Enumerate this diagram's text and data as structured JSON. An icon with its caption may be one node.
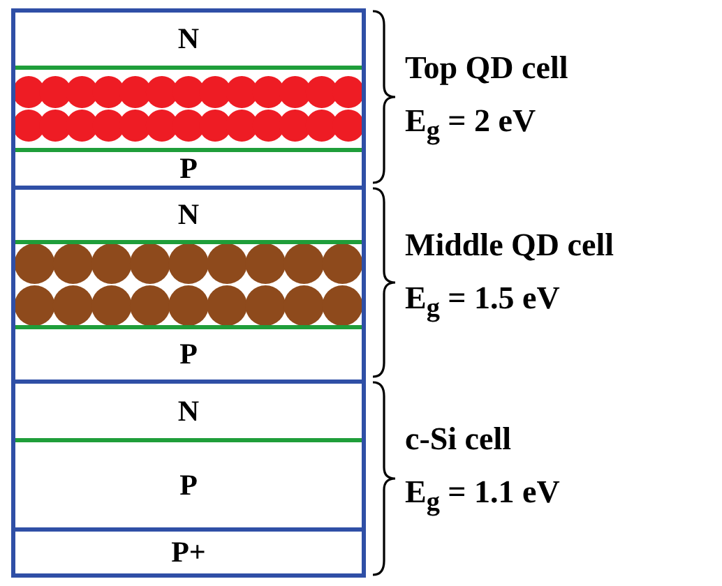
{
  "diagram": {
    "nodes": [
      {
        "text": [],
        "shape": "box"
      },
      {
        "text": [],
        "shape": "box",
        "in": 0,
        "beside": [
          "Top QD cell",
          "E$_{g}$ = 2 eV"
        ]
      },
      {
        "text": [
          "N"
        ],
        "in": 1
      },
      {
        "text": [],
        "shape": "picture",
        "in": 1
      },
      {
        "text": [
          "P"
        ],
        "in": 1
      },
      {
        "text": [],
        "shape": "box",
        "in": 0,
        "beside": [
          "Middle QD cell",
          "E$_{g}$ = 1.5 eV"
        ]
      },
      {
        "text": [
          "N"
        ],
        "in": 5
      },
      {
        "text": [],
        "shape": "picture",
        "in": 5
      },
      {
        "text": [
          "P"
        ],
        "in": 5
      },
      {
        "text": [],
        "shape": "box",
        "in": 0,
        "beside": [
          "c-Si cell",
          "E$_{g}$ = 1.1 eV"
        ]
      },
      {
        "text": [
          "N"
        ],
        "in": 9
      },
      {
        "text": [
          "P"
        ],
        "in": 9
      },
      {
        "text": [
          "P+"
        ],
        "in": 0
      }
    ]
  }
}
